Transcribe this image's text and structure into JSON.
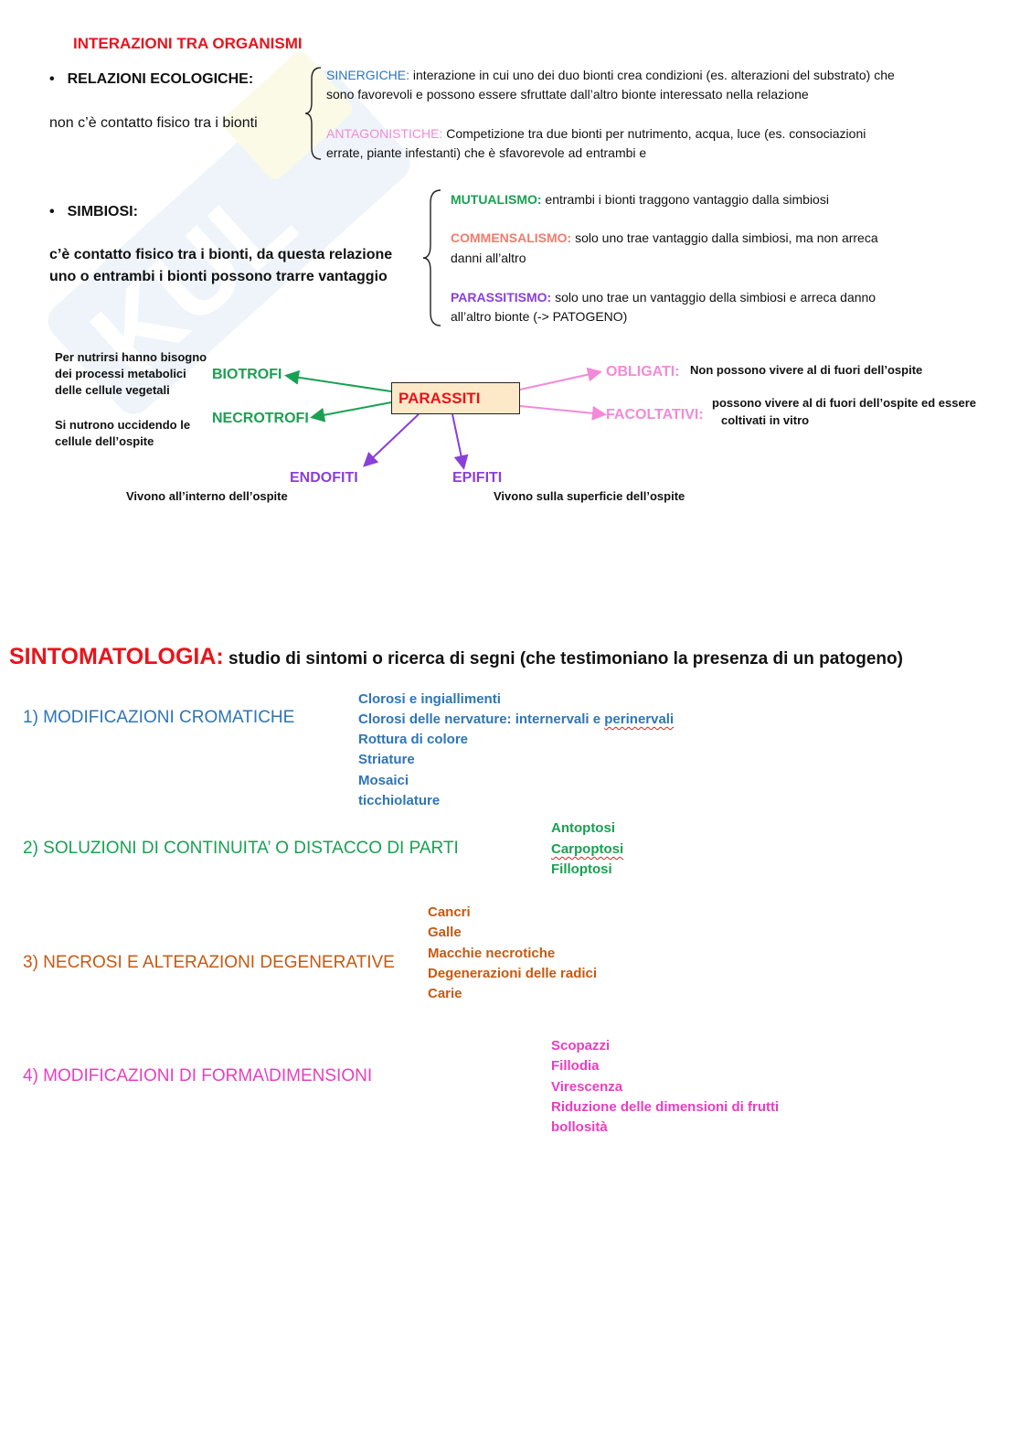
{
  "title": "INTERAZIONI TRA ORGANISMI",
  "relazioni": {
    "heading": "RELAZIONI ECOLOGICHE:",
    "desc": "non c’è contatto fisico tra i bionti",
    "sinergiche": {
      "label": "SINERGICHE:",
      "text1": " interazione in cui uno dei duo bionti crea condizioni (es. alterazioni del substrato) che",
      "text2": "sono favorevoli e possono essere sfruttate dall’altro bionte interessato nella relazione"
    },
    "antagonistiche": {
      "label": "ANTAGONISTICHE:",
      "text1": " Competizione tra due bionti per nutrimento, acqua, luce (es. consociazioni",
      "text2": "errate, piante infestanti) che è sfavorevole ad entrambi e"
    }
  },
  "simbiosi": {
    "heading": "SIMBIOSI:",
    "desc1": "c’è contatto fisico tra i bionti, da questa relazione",
    "desc2": "uno o entrambi i bionti possono trarre vantaggio",
    "mutualismo": {
      "label": "MUTUALISMO:",
      "text": " entrambi i bionti traggono vantaggio dalla simbiosi"
    },
    "commensalismo": {
      "label": "COMMENSALISMO:",
      "text1": " solo uno trae vantaggio dalla simbiosi, ma non arreca",
      "text2": "danni all’altro"
    },
    "parassitismo": {
      "label": "PARASSITISMO:",
      "text1": " solo uno trae un vantaggio della simbiosi e arreca danno",
      "text2": "all’altro bionte (-> PATOGENO)"
    }
  },
  "parassiti": {
    "center": "PARASSITI",
    "biotrofi": {
      "label": "BIOTROFI",
      "desc1": "Per nutrirsi hanno bisogno",
      "desc2": "dei processi metabolici",
      "desc3": "delle cellule vegetali"
    },
    "necrotrofi": {
      "label": "NECROTROFI",
      "desc1": "Si nutrono uccidendo le",
      "desc2": "cellule dell’ospite"
    },
    "endofiti": {
      "label": "ENDOFITI",
      "desc": "Vivono all’interno dell’ospite"
    },
    "epifiti": {
      "label": "EPIFITI",
      "desc": "Vivono sulla superficie dell’ospite"
    },
    "obligati": {
      "label": "OBLIGATI:",
      "desc": "Non possono vivere al di fuori dell’ospite"
    },
    "facoltativi": {
      "label": "FACOLTATIVI:",
      "desc1": "possono vivere al di fuori dell’ospite ed essere",
      "desc2": "coltivati in vitro"
    }
  },
  "sintomatologia": {
    "title": "SINTOMATOLOGIA:",
    "subtitle": " studio di sintomi o ricerca di segni (che testimoniano la presenza di un patogeno)",
    "groups": [
      {
        "heading": "1) MODIFICAZIONI CROMATICHE",
        "color": "#2e75b6",
        "items": [
          "Clorosi e ingiallimenti",
          "Clorosi delle nervature: internervali e ",
          "Rottura di colore",
          "Striature",
          "Mosaici",
          "ticchiolature"
        ],
        "item1_extra": "perinervali"
      },
      {
        "heading": "2) SOLUZIONI DI CONTINUITA’ O DISTACCO DI PARTI",
        "color": "#1aa052",
        "items": [
          "Antoptosi",
          "Carpoptosi",
          "Filloptosi"
        ]
      },
      {
        "heading": "3) NECROSI E ALTERAZIONI DEGENERATIVE",
        "color": "#c55a11",
        "items": [
          "Cancri",
          "Galle",
          "Macchie necrotiche",
          "Degenerazioni delle radici",
          "Carie"
        ]
      },
      {
        "heading": "4) MODIFICAZIONI DI FORMA\\DIMENSIONI",
        "color": "#e83ec0",
        "items": [
          "Scopazzi",
          "Fillodia",
          "Virescenza",
          "Riduzione delle dimensioni di frutti",
          "bollosità"
        ]
      }
    ]
  },
  "colors": {
    "red": "#e8141c",
    "blue": "#2e75b6",
    "pink": "#f28ad8",
    "green": "#1aa052",
    "salmon": "#f07c6c",
    "purple": "#8a3fd9",
    "orange": "#c55a11",
    "magenta": "#e83ec0"
  }
}
